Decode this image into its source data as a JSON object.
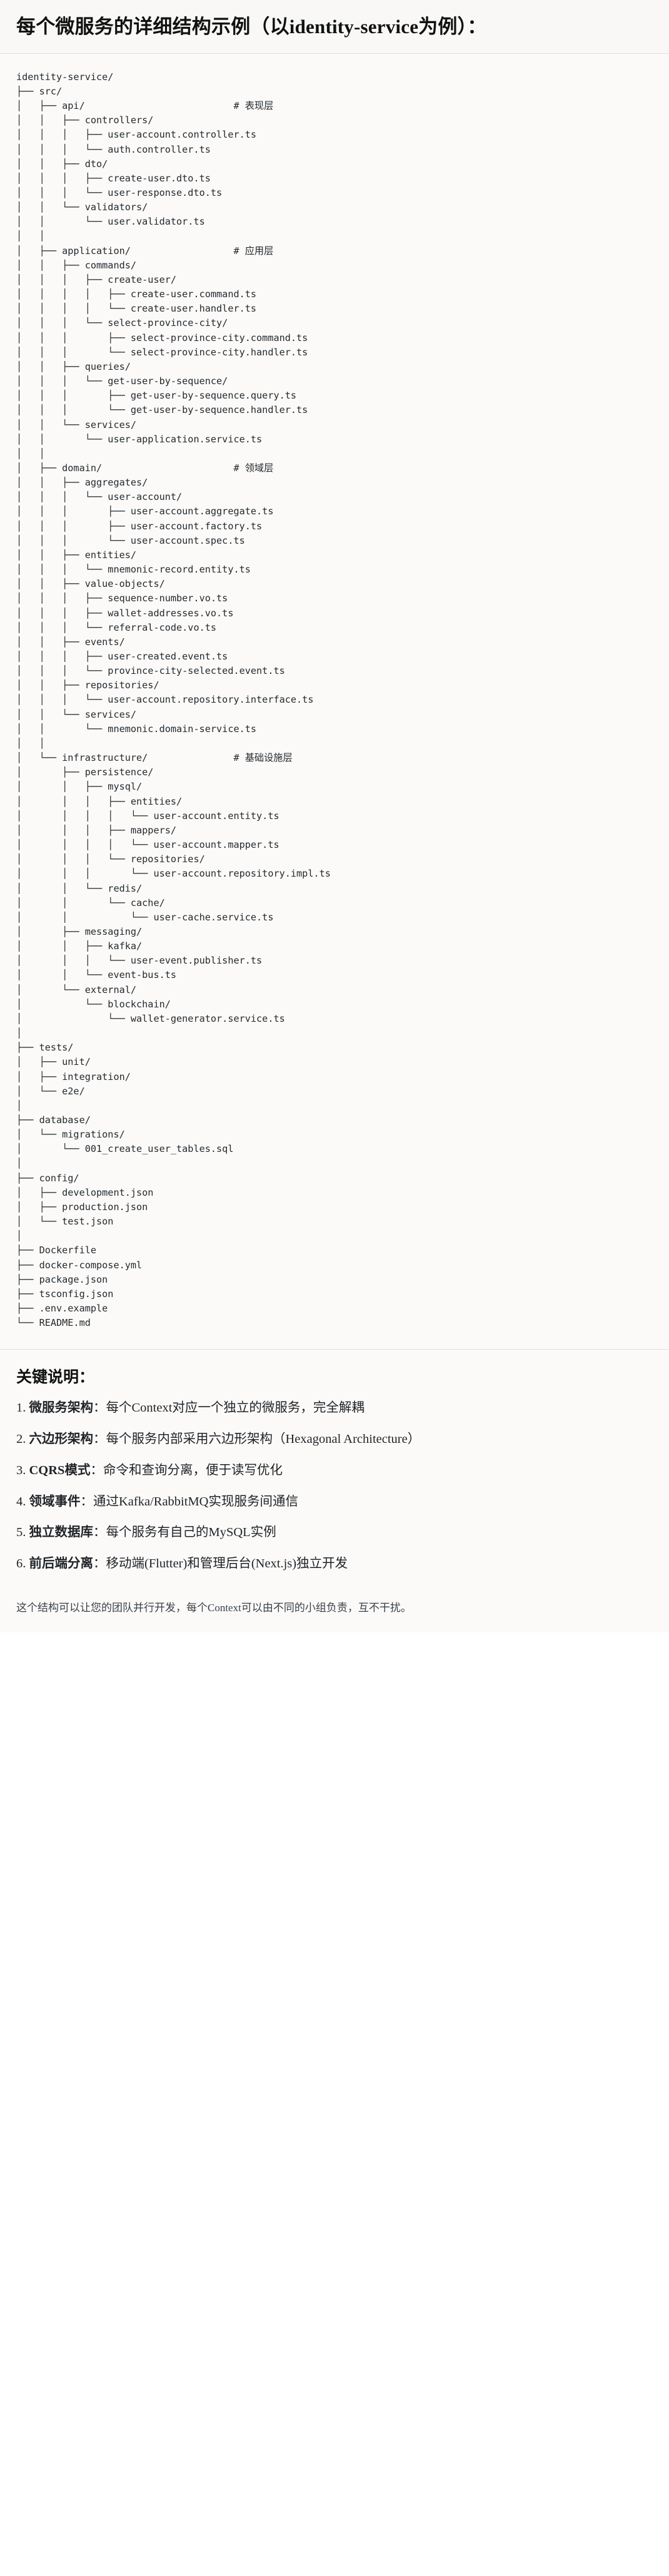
{
  "heading": {
    "title": "每个微服务的详细结构示例（以identity-service为例）："
  },
  "tree": {
    "root": "identity-service/",
    "text": "identity-service/\n├── src/\n│   ├── api/                          # 表现层\n│   │   ├── controllers/\n│   │   │   ├── user-account.controller.ts\n│   │   │   └── auth.controller.ts\n│   │   ├── dto/\n│   │   │   ├── create-user.dto.ts\n│   │   │   └── user-response.dto.ts\n│   │   └── validators/\n│   │       └── user.validator.ts\n│   │\n│   ├── application/                  # 应用层\n│   │   ├── commands/\n│   │   │   ├── create-user/\n│   │   │   │   ├── create-user.command.ts\n│   │   │   │   └── create-user.handler.ts\n│   │   │   └── select-province-city/\n│   │   │       ├── select-province-city.command.ts\n│   │   │       └── select-province-city.handler.ts\n│   │   ├── queries/\n│   │   │   └── get-user-by-sequence/\n│   │   │       ├── get-user-by-sequence.query.ts\n│   │   │       └── get-user-by-sequence.handler.ts\n│   │   └── services/\n│   │       └── user-application.service.ts\n│   │\n│   ├── domain/                       # 领域层\n│   │   ├── aggregates/\n│   │   │   └── user-account/\n│   │   │       ├── user-account.aggregate.ts\n│   │   │       ├── user-account.factory.ts\n│   │   │       └── user-account.spec.ts\n│   │   ├── entities/\n│   │   │   └── mnemonic-record.entity.ts\n│   │   ├── value-objects/\n│   │   │   ├── sequence-number.vo.ts\n│   │   │   ├── wallet-addresses.vo.ts\n│   │   │   └── referral-code.vo.ts\n│   │   ├── events/\n│   │   │   ├── user-created.event.ts\n│   │   │   └── province-city-selected.event.ts\n│   │   ├── repositories/\n│   │   │   └── user-account.repository.interface.ts\n│   │   └── services/\n│   │       └── mnemonic.domain-service.ts\n│   │\n│   └── infrastructure/               # 基础设施层\n│       ├── persistence/\n│       │   ├── mysql/\n│       │   │   ├── entities/\n│       │   │   │   └── user-account.entity.ts\n│       │   │   ├── mappers/\n│       │   │   │   └── user-account.mapper.ts\n│       │   │   └── repositories/\n│       │   │       └── user-account.repository.impl.ts\n│       │   └── redis/\n│       │       └── cache/\n│       │           └── user-cache.service.ts\n│       ├── messaging/\n│       │   ├── kafka/\n│       │   │   └── user-event.publisher.ts\n│       │   └── event-bus.ts\n│       └── external/\n│           └── blockchain/\n│               └── wallet-generator.service.ts\n│\n├── tests/\n│   ├── unit/\n│   ├── integration/\n│   └── e2e/\n│\n├── database/\n│   └── migrations/\n│       └── 001_create_user_tables.sql\n│\n├── config/\n│   ├── development.json\n│   ├── production.json\n│   └── test.json\n│\n├── Dockerfile\n├── docker-compose.yml\n├── package.json\n├── tsconfig.json\n├── .env.example\n└── README.md",
    "layer_comments": [
      {
        "path": "api/",
        "comment": "# 表现层"
      },
      {
        "path": "application/",
        "comment": "# 应用层"
      },
      {
        "path": "domain/",
        "comment": "# 领域层"
      },
      {
        "path": "infrastructure/",
        "comment": "# 基础设施层"
      }
    ]
  },
  "notes": {
    "title": "关键说明：",
    "items": [
      {
        "label": "微服务架构",
        "sep": "：",
        "text": "每个Context对应一个独立的微服务，完全解耦"
      },
      {
        "label": "六边形架构",
        "sep": "：",
        "text": "每个服务内部采用六边形架构（Hexagonal Architecture）"
      },
      {
        "label": "CQRS模式",
        "sep": "：",
        "text": "命令和查询分离，便于读写优化"
      },
      {
        "label": "领域事件",
        "sep": "：",
        "text": "通过Kafka/RabbitMQ实现服务间通信"
      },
      {
        "label": "独立数据库",
        "sep": "：",
        "text": "每个服务有自己的MySQL实例"
      },
      {
        "label": "前后端分离",
        "sep": "：",
        "text": "移动端(Flutter)和管理后台(Next.js)独立开发"
      }
    ],
    "footer": "这个结构可以让您的团队并行开发，每个Context可以由不同的小组负责，互不干扰。"
  }
}
